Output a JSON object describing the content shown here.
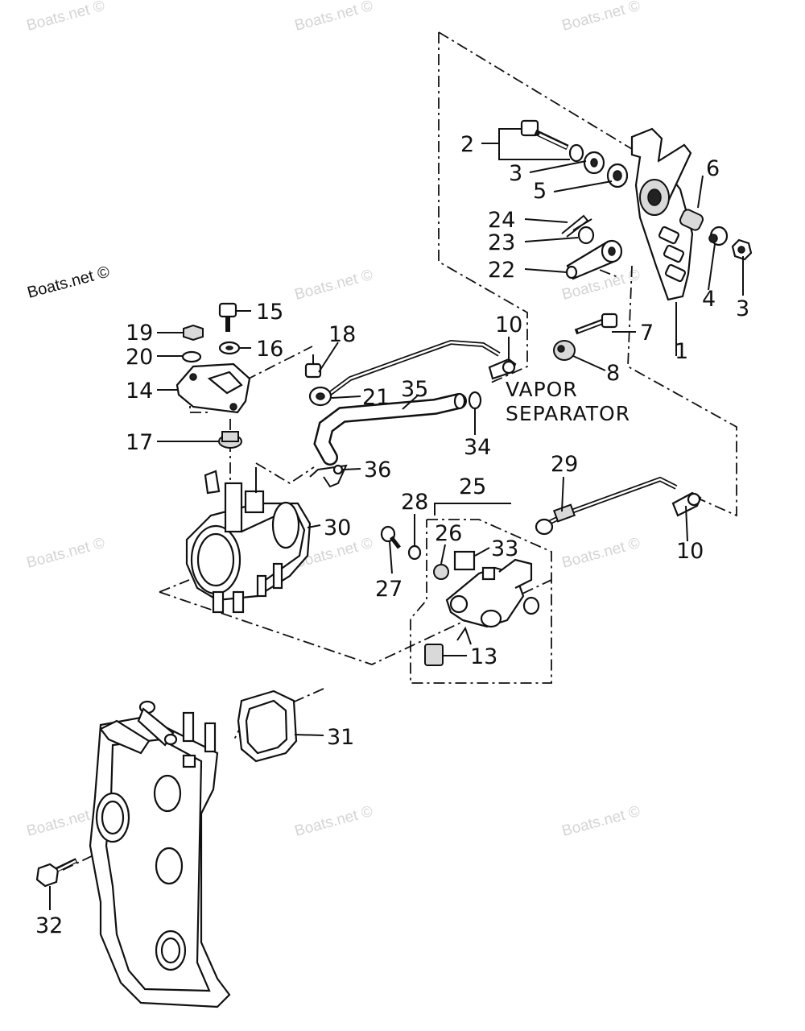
{
  "watermarks": [
    "Boats.net ©",
    "Boats.net ©",
    "Boats.net ©",
    "Boats.net ©",
    "Boats.net ©",
    "Boats.net ©",
    "Boats.net ©",
    "Boats.net ©",
    "Boats.net ©",
    "Boats.net ©",
    "Boats.net ©"
  ],
  "copyright": "Boats.net ©",
  "annotation": {
    "line1": "VAPOR",
    "line2": "SEPARATOR"
  },
  "parts": [
    "1",
    "2",
    "3",
    "3",
    "4",
    "5",
    "6",
    "7",
    "8",
    "10",
    "10",
    "13",
    "14",
    "15",
    "16",
    "17",
    "18",
    "19",
    "20",
    "21",
    "22",
    "23",
    "24",
    "25",
    "26",
    "27",
    "28",
    "29",
    "30",
    "31",
    "32",
    "33",
    "34",
    "35",
    "36"
  ]
}
